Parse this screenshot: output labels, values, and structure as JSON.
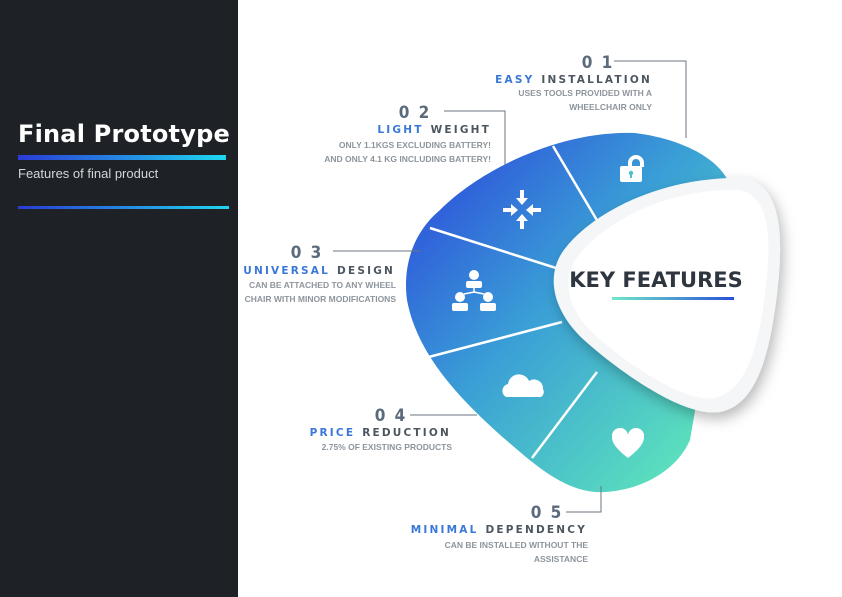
{
  "sidebar": {
    "title": "Final Prototype",
    "subtitle": "Features of final product"
  },
  "center": {
    "title": "KEY FEATURES"
  },
  "colors": {
    "accent_blue": "#3a78d8",
    "sidebar_bg": "#1e2125",
    "gradient_start": "#2a3bd6",
    "gradient_end": "#5ff0b8"
  },
  "features": [
    {
      "num": "0 1",
      "highlight": "EASY",
      "rest": "INSTALLATION",
      "desc": [
        "USES TOOLS PROVIDED WITH A",
        "WHEELCHAIR ONLY"
      ],
      "icon": "unlock-icon"
    },
    {
      "num": "0 2",
      "highlight": "LIGHT",
      "rest": "WEIGHT",
      "desc": [
        "ONLY 1.1KGS EXCLUDING BATTERY!",
        "AND ONLY 4.1 KG INCLUDING BATTERY!"
      ],
      "icon": "compress-arrows-icon"
    },
    {
      "num": "0 3",
      "highlight": "UNIVERSAL",
      "rest": "DESIGN",
      "desc": [
        "CAN BE ATTACHED TO ANY WHEEL",
        "CHAIR WITH MINOR MODIFICATIONS"
      ],
      "icon": "people-network-icon"
    },
    {
      "num": "0 4",
      "highlight": "PRICE",
      "rest": "REDUCTION",
      "desc": [
        "2.75% OF EXISTING PRODUCTS"
      ],
      "icon": "cloud-icon"
    },
    {
      "num": "0 5",
      "highlight": "MINIMAL",
      "rest": "DEPENDENCY",
      "desc": [
        "CAN BE INSTALLED WITHOUT THE",
        "ASSISTANCE"
      ],
      "icon": "heart-icon"
    }
  ]
}
